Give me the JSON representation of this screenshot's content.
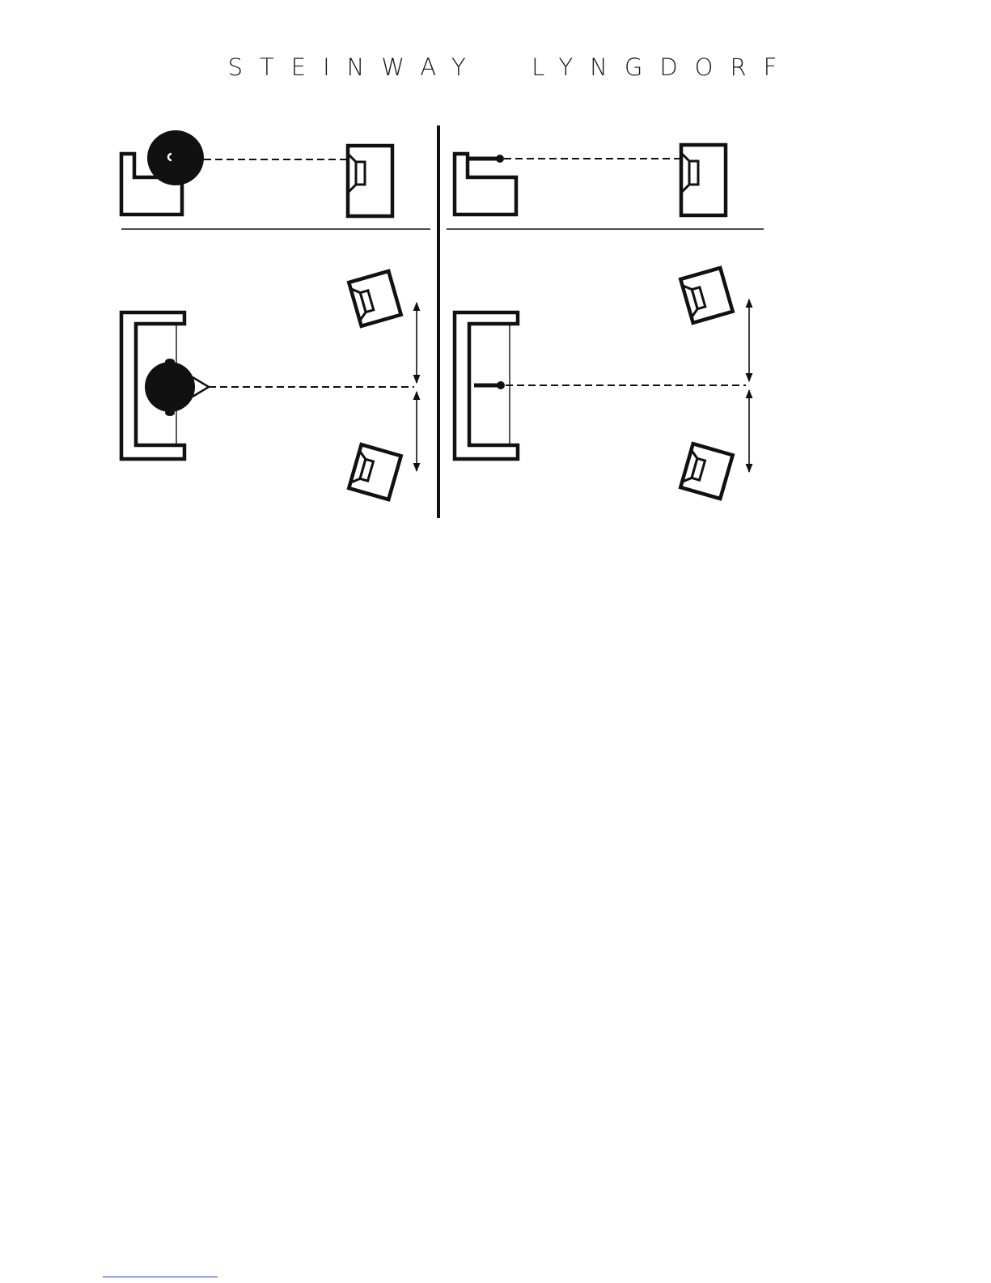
{
  "header": {
    "brand": "STEINWAY  LYNGDORF"
  },
  "colors": {
    "ink": "#111111",
    "footer_rule": "#1a35d8"
  },
  "diagram": {
    "panels": [
      {
        "name": "side-view-with-listener",
        "elements": [
          "chair",
          "listener-head",
          "line-of-sight",
          "speaker"
        ]
      },
      {
        "name": "side-view-with-microphone",
        "elements": [
          "chair",
          "microphone",
          "line-of-sight",
          "speaker"
        ]
      },
      {
        "name": "top-view-with-listener",
        "elements": [
          "sofa",
          "listener-head",
          "line-of-sight",
          "speaker-pair",
          "distance-arrows"
        ]
      },
      {
        "name": "top-view-with-microphone",
        "elements": [
          "sofa",
          "microphone",
          "line-of-sight",
          "speaker-pair",
          "distance-arrows"
        ]
      }
    ]
  }
}
